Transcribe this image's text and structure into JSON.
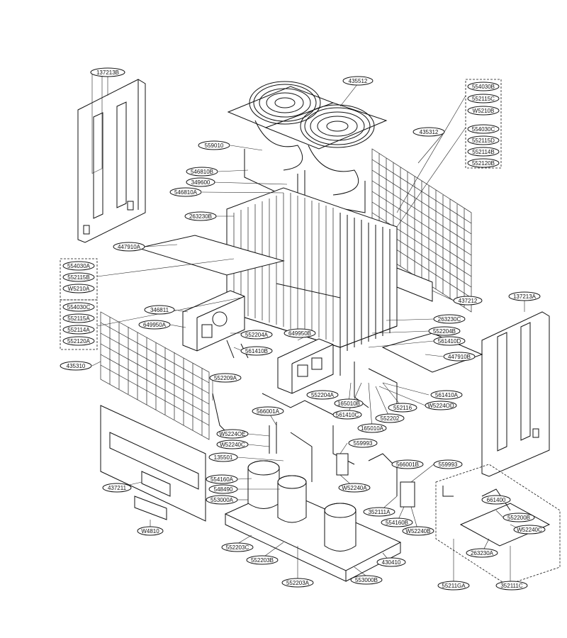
{
  "labels": [
    "137213B",
    "435512",
    "554030B",
    "552115C",
    "W5210B",
    "554030C",
    "552115D",
    "552114B",
    "552120B",
    "559010",
    "435312",
    "546810B",
    "349600",
    "546810A",
    "263230B",
    "447910A",
    "554030A",
    "552115B",
    "W5210A",
    "554030C",
    "552115A",
    "552114A",
    "552120A",
    "346811",
    "649950A",
    "552204A",
    "561410B",
    "649950B",
    "437212",
    "137213A",
    "263230C",
    "552204B",
    "561410D",
    "447910B",
    "435310",
    "552209A",
    "552204A",
    "165010B",
    "561410C",
    "561410A",
    "W5224OD",
    "552116",
    "552202",
    "165010A",
    "566001A",
    "W5224OE",
    "W52240C",
    "559993",
    "135501",
    "566001B",
    "559993",
    "554160A",
    "548490",
    "553000A",
    "437211",
    "W52240A",
    "352111A",
    "554160B",
    "W52240B",
    "W4810",
    "661400",
    "552200B",
    "W52240C",
    "263230A",
    "552203C",
    "552203B",
    "552203A",
    "553000B",
    "430410",
    "55211GA",
    "352111C"
  ]
}
